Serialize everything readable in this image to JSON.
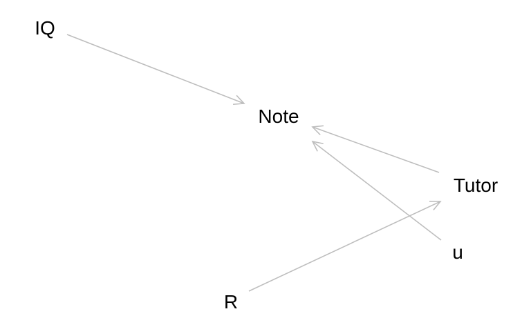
{
  "diagram": {
    "type": "directed-acyclic-graph",
    "nodes": [
      {
        "id": "IQ",
        "label": "IQ"
      },
      {
        "id": "Note",
        "label": "Note"
      },
      {
        "id": "Tutor",
        "label": "Tutor"
      },
      {
        "id": "u",
        "label": "u"
      },
      {
        "id": "R",
        "label": "R"
      }
    ],
    "edges": [
      {
        "from": "IQ",
        "to": "Note"
      },
      {
        "from": "Tutor",
        "to": "Note"
      },
      {
        "from": "u",
        "to": "Note"
      },
      {
        "from": "R",
        "to": "Tutor"
      }
    ],
    "colors": {
      "edge": "#bebebe",
      "text": "#000000"
    }
  }
}
